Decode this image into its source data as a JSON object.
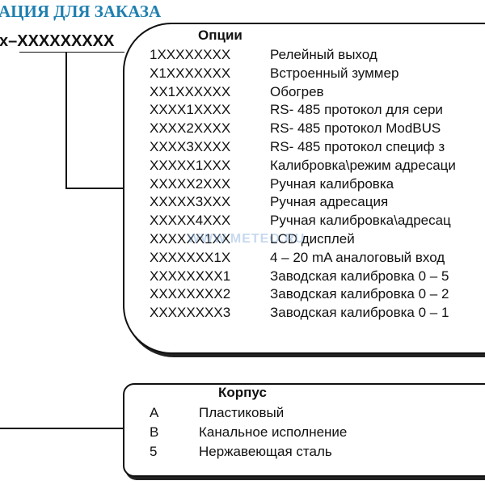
{
  "heading": "АЦИЯ ДЛЯ ЗАКАЗА",
  "code_line": "x–XXXXXXXXX",
  "options": {
    "title": "Опции",
    "rows": [
      {
        "code": "1XXXXXXXX",
        "label": "Релейный выход"
      },
      {
        "code": "X1XXXXXXX",
        "label": "Встроенный зуммер"
      },
      {
        "code": "XX1XXXXXX",
        "label": "Обогрев"
      },
      {
        "code": "XXXX1XXXX",
        "label": "RS- 485 протокол для сери"
      },
      {
        "code": "XXXX2XXXX",
        "label": "RS- 485 протокол ModBUS"
      },
      {
        "code": "XXXX3XXXX",
        "label": "RS- 485 протокол специф з"
      },
      {
        "code": "XXXXX1XXX",
        "label": "Калибровка\\режим адресаци"
      },
      {
        "code": "XXXXX2XXX",
        "label": "Ручная калибровка"
      },
      {
        "code": "XXXXX3XXX",
        "label": "Ручная адресация"
      },
      {
        "code": "XXXXX4XXX",
        "label": "Ручная калибровка\\адресац"
      },
      {
        "code": "XXXXXX1XX",
        "label": "LCD дисплей"
      },
      {
        "code": "XXXXXXX1X",
        "label": "4 – 20 mA аналоговый вход"
      },
      {
        "code": "XXXXXXXX1",
        "label": "Заводская калибровка 0 – 5"
      },
      {
        "code": "XXXXXXXX2",
        "label": "Заводская калибровка 0 – 2"
      },
      {
        "code": "XXXXXXXX3",
        "label": "Заводская калибровка 0 – 1"
      }
    ]
  },
  "housing": {
    "title": "Корпус",
    "rows": [
      {
        "code": "A",
        "label": "Пластиковый"
      },
      {
        "code": "B",
        "label": "Канальное исполнение"
      },
      {
        "code": "5",
        "label": "Нержавеющая сталь"
      }
    ]
  },
  "watermark": "WWW.METEO.RU"
}
